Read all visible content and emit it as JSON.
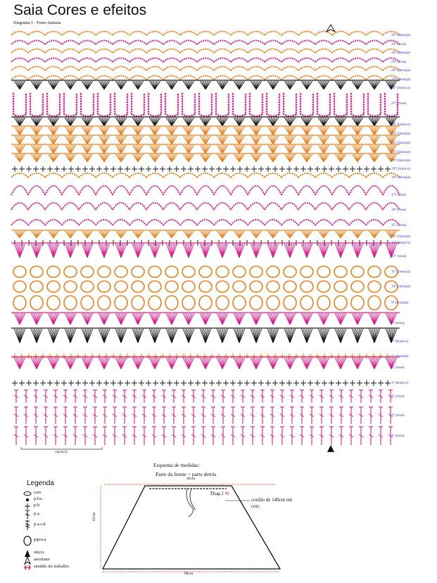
{
  "title": "Saia Cores e efeitos",
  "subtitle": "Diagrama 1 - Ponto fantasia",
  "colors": {
    "laranja": "#e8821e",
    "rosa": "#d6208f",
    "branco": "#1a1a1a",
    "label": "#3a35b8",
    "red": "#e0201e"
  },
  "rows": [
    {
      "label": "32ª (laranja)",
      "color": "laranja",
      "style": "arcs"
    },
    {
      "label": "31ª (rosa)",
      "color": "rosa",
      "style": "arcs"
    },
    {
      "label": "30ª (laranja)",
      "color": "laranja",
      "style": "arcs"
    },
    {
      "label": "29ª (rosa)",
      "color": "rosa",
      "style": "arcs"
    },
    {
      "label": "28ª (laranja)",
      "color": "laranja",
      "style": "arcs"
    },
    {
      "label": "27ª (laranja)",
      "color": "laranja",
      "style": "arcs"
    },
    {
      "label": "26ª (branco)",
      "color": "branco",
      "style": "fans"
    },
    {
      "label": "25ª (rosa)",
      "color": "rosa",
      "style": "loops"
    },
    {
      "label": "24ª (branco)",
      "color": "branco",
      "style": "fans"
    },
    {
      "label": "23ª (laranja)",
      "color": "laranja",
      "style": "fans"
    },
    {
      "label": "22ª (laranja)",
      "color": "laranja",
      "style": "fans"
    },
    {
      "label": "21ª (laranja)",
      "color": "laranja",
      "style": "fans"
    },
    {
      "label": "20ª (laranja)",
      "color": "laranja",
      "style": "fans"
    },
    {
      "label": "19ª (branco)",
      "color": "branco",
      "style": "crosses"
    },
    {
      "label": "18ª (laranja)",
      "color": "laranja",
      "style": "arcs"
    },
    {
      "label": "17ª (rosa)",
      "color": "rosa",
      "style": "arcs"
    },
    {
      "label": "16ª (rosa)",
      "color": "rosa",
      "style": "arcs"
    },
    {
      "label": "15ª (rosa)",
      "color": "rosa",
      "style": "arcs"
    },
    {
      "label": "14ª (laranja)",
      "color": "laranja",
      "style": "fans"
    },
    {
      "label": "13ª (branco)",
      "color": "branco",
      "style": "crosses"
    },
    {
      "label": "12ª (rosa)",
      "color": "rosa",
      "style": "fans"
    },
    {
      "label": "11ª (laranja)",
      "color": "laranja",
      "style": "ovals"
    },
    {
      "label": "10ª (laranja)",
      "color": "laranja",
      "style": "ovals"
    },
    {
      "label": "9ª (laranja)",
      "color": "laranja",
      "style": "ovals"
    },
    {
      "label": "8ª (rosa)",
      "color": "rosa",
      "style": "fans"
    },
    {
      "label": "7ª (branco)",
      "color": "branco",
      "style": "fans"
    },
    {
      "label": "6ª (laranja)",
      "color": "laranja",
      "style": "crosses"
    },
    {
      "label": "5ª (rosa)",
      "color": "rosa",
      "style": "fans"
    },
    {
      "label": "4ª (branco)",
      "color": "branco",
      "style": "crosses"
    },
    {
      "label": "3ª (rosa)",
      "color": "rosa",
      "style": "trebles"
    },
    {
      "label": "2ª (rosa)",
      "color": "rosa",
      "style": "trebles"
    },
    {
      "label": "1ª (rosa)",
      "color": "rosa",
      "style": "trebles"
    }
  ],
  "repeat_label": "repetição",
  "legend": {
    "title": "Legenda",
    "items": [
      {
        "symbol": "ch-icon",
        "text": "corr."
      },
      {
        "symbol": "slip-stitch-icon",
        "text": "p.bx."
      },
      {
        "symbol": "single-crochet-icon",
        "text": "p.b."
      },
      {
        "symbol": "double-crochet-icon",
        "text": "p.a."
      },
      {
        "symbol": "double-treble-icon",
        "text": "p.a.r.d."
      },
      {
        "symbol": "popcorn-icon",
        "text": "pipoca"
      },
      {
        "symbol": "start-arrow-icon",
        "text": "início"
      },
      {
        "symbol": "finish-arrow-icon",
        "text": "arremate"
      },
      {
        "symbol": "direction-icon",
        "text": "sentido do trabalho"
      }
    ]
  },
  "schema": {
    "title": "Esquema de medidas:",
    "subtitle": "Parte da frente = parte detrás",
    "top_width": "40cm",
    "height": "62cm",
    "bottom_width": "88cm",
    "diag_ref": "Diag.1",
    "cord_note": "cordão de 140cm em corr."
  }
}
